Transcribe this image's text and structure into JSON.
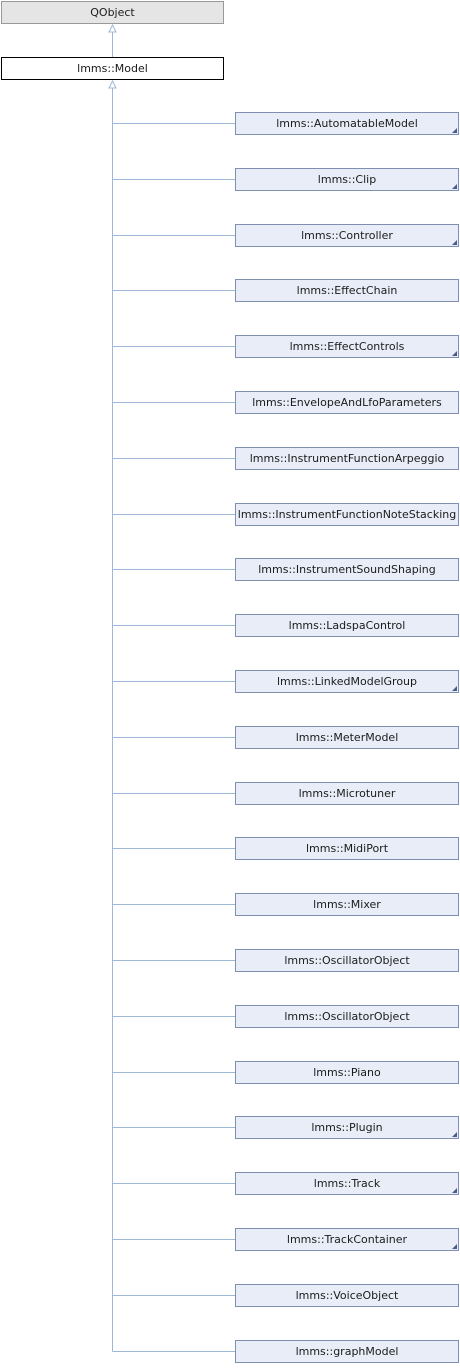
{
  "base": {
    "label": "QObject"
  },
  "root": {
    "label": "lmms::Model"
  },
  "children": [
    {
      "label": "lmms::AutomatableModel",
      "has_children": true
    },
    {
      "label": "lmms::Clip",
      "has_children": true
    },
    {
      "label": "lmms::Controller",
      "has_children": true
    },
    {
      "label": "lmms::EffectChain",
      "has_children": false
    },
    {
      "label": "lmms::EffectControls",
      "has_children": true
    },
    {
      "label": "lmms::EnvelopeAndLfoParameters",
      "has_children": false
    },
    {
      "label": "lmms::InstrumentFunctionArpeggio",
      "has_children": false
    },
    {
      "label": "lmms::InstrumentFunctionNoteStacking",
      "has_children": false
    },
    {
      "label": "lmms::InstrumentSoundShaping",
      "has_children": false
    },
    {
      "label": "lmms::LadspaControl",
      "has_children": false
    },
    {
      "label": "lmms::LinkedModelGroup",
      "has_children": true
    },
    {
      "label": "lmms::MeterModel",
      "has_children": false
    },
    {
      "label": "lmms::Microtuner",
      "has_children": false
    },
    {
      "label": "lmms::MidiPort",
      "has_children": false
    },
    {
      "label": "lmms::Mixer",
      "has_children": false
    },
    {
      "label": "lmms::OscillatorObject",
      "has_children": false
    },
    {
      "label": "lmms::OscillatorObject",
      "has_children": false
    },
    {
      "label": "lmms::Piano",
      "has_children": false
    },
    {
      "label": "lmms::Plugin",
      "has_children": true
    },
    {
      "label": "lmms::Track",
      "has_children": true
    },
    {
      "label": "lmms::TrackContainer",
      "has_children": true
    },
    {
      "label": "lmms::VoiceObject",
      "has_children": false
    },
    {
      "label": "lmms::graphModel",
      "has_children": false
    }
  ],
  "colors": {
    "edge": "#9fb8d8",
    "node_fill": "#e8edf7",
    "node_border": "#7f8fb0"
  }
}
